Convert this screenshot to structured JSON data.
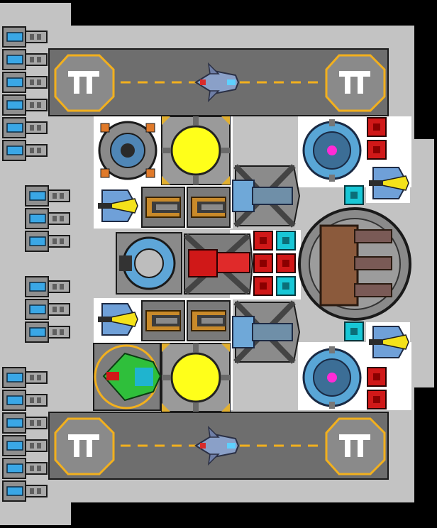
{
  "scene": {
    "type": "top-down-ship-layout",
    "colors": {
      "background": "#000000",
      "hull": "#c3c3c3",
      "deck": "#ffffff",
      "landing_pad": "#6e6e6e",
      "runway_marking": "#f2b01e",
      "battery_glow": "#3aa7e6",
      "reactor_core": "#ffff1a",
      "shield_core": "#ff2bd6",
      "armor_red": "#d01818",
      "armor_cyan": "#18c7d6",
      "fighter_green": "#2fbf3b"
    }
  },
  "landing_pads": [
    {
      "name": "top",
      "icon_left": "hangar-logo-icon",
      "icon_right": "hangar-logo-icon",
      "ship": "fighter-ship-icon"
    },
    {
      "name": "bottom",
      "icon_left": "hangar-logo-icon",
      "icon_right": "hangar-logo-icon",
      "ship": "fighter-ship-icon"
    }
  ],
  "modules": {
    "reactors": 2,
    "shield_generators": 2,
    "main_cannon": 1,
    "railguns": 2,
    "laser_turrets": 4,
    "armor_blocks": 14
  }
}
